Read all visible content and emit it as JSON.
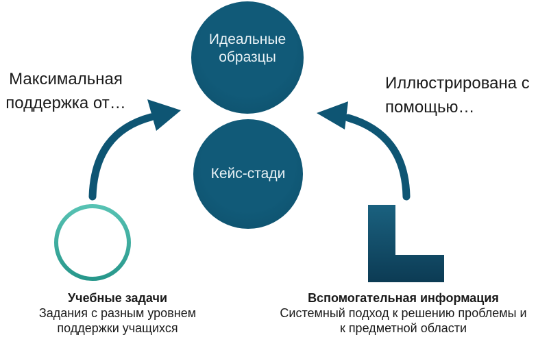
{
  "colors": {
    "primary_teal": "#0E5573",
    "circle_text": "#E9F2F6",
    "ring_gradient_top": "#57C2B3",
    "ring_gradient_bottom": "#27978B",
    "l_block_gradient_top": "#1A617F",
    "l_block_gradient_bottom": "#0C3B54",
    "body_text": "#1A1A1A"
  },
  "center": {
    "top_circle_label": "Идеальные\nобразцы",
    "bottom_circle_label": "Кейс-стади"
  },
  "left_annotation": {
    "label": "Максимальная\nподдержка от…"
  },
  "right_annotation": {
    "label": "Иллюстрирована с\nпомощью…"
  },
  "left_item": {
    "icon": "ring-icon",
    "title": "Учебные задачи",
    "description": "Задания с разным уровнем\nподдержки учащихся"
  },
  "right_item": {
    "icon": "l-block-icon",
    "title": "Вспомогательная информация",
    "description": "Системный подход к решению проблемы и\nк предметной области"
  }
}
